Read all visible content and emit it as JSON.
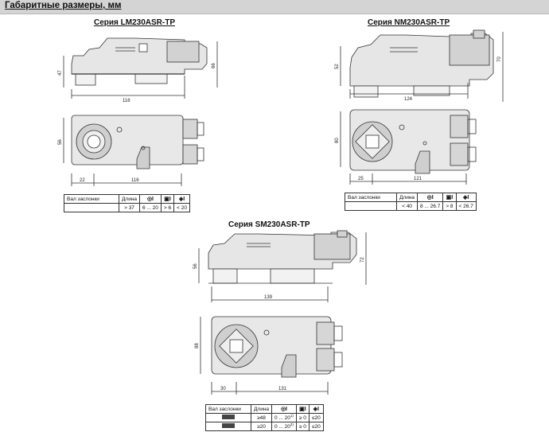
{
  "header": {
    "title": "Габаритные размеры, мм"
  },
  "lm": {
    "title": "Серия LM230ASR-TP",
    "dims": {
      "side_h1": "47",
      "side_h2": "66",
      "side_w": "116",
      "top_h": "56",
      "top_w1": "22",
      "top_w2": "116"
    },
    "table": {
      "shaft_label": "Вал заслонки",
      "length_label": "Длина",
      "length": "> 37",
      "round": "6 ... 20",
      "square": "> 6",
      "diamond": "< 20"
    }
  },
  "nm": {
    "title": "Серия NM230ASR-TP",
    "dims": {
      "side_h1": "52",
      "side_h2": "70",
      "side_w": "124",
      "top_h": "80",
      "top_w1": "25",
      "top_w2": "121"
    },
    "table": {
      "shaft_label": "Вал заслонки",
      "length_label": "Длина",
      "length": "< 40",
      "round": "8 ... 26.7",
      "square": "> 8",
      "diamond": "< 26.7"
    }
  },
  "sm": {
    "title": "Серия SM230ASR-TP",
    "dims": {
      "side_h1": "56",
      "side_h2": "72",
      "side_w": "139",
      "top_h": "88",
      "top_w1": "30",
      "top_w2": "131"
    },
    "table": {
      "shaft_label": "Вал заслонки",
      "length_label": "Длина",
      "rows": [
        {
          "length": "≥48",
          "round": "0 ... 20",
          "round_note": "1)",
          "square": "≥ 0",
          "diamond": "≤20"
        },
        {
          "length": "≥20",
          "round": "0 ... 20",
          "round_note": "2)",
          "square": "≥ 0",
          "diamond": "≤20"
        }
      ]
    }
  },
  "icons": {
    "round": "round-shaft-icon",
    "square": "square-shaft-icon",
    "diamond": "diamond-shaft-icon",
    "clamp": "shaft-clamp-icon"
  }
}
